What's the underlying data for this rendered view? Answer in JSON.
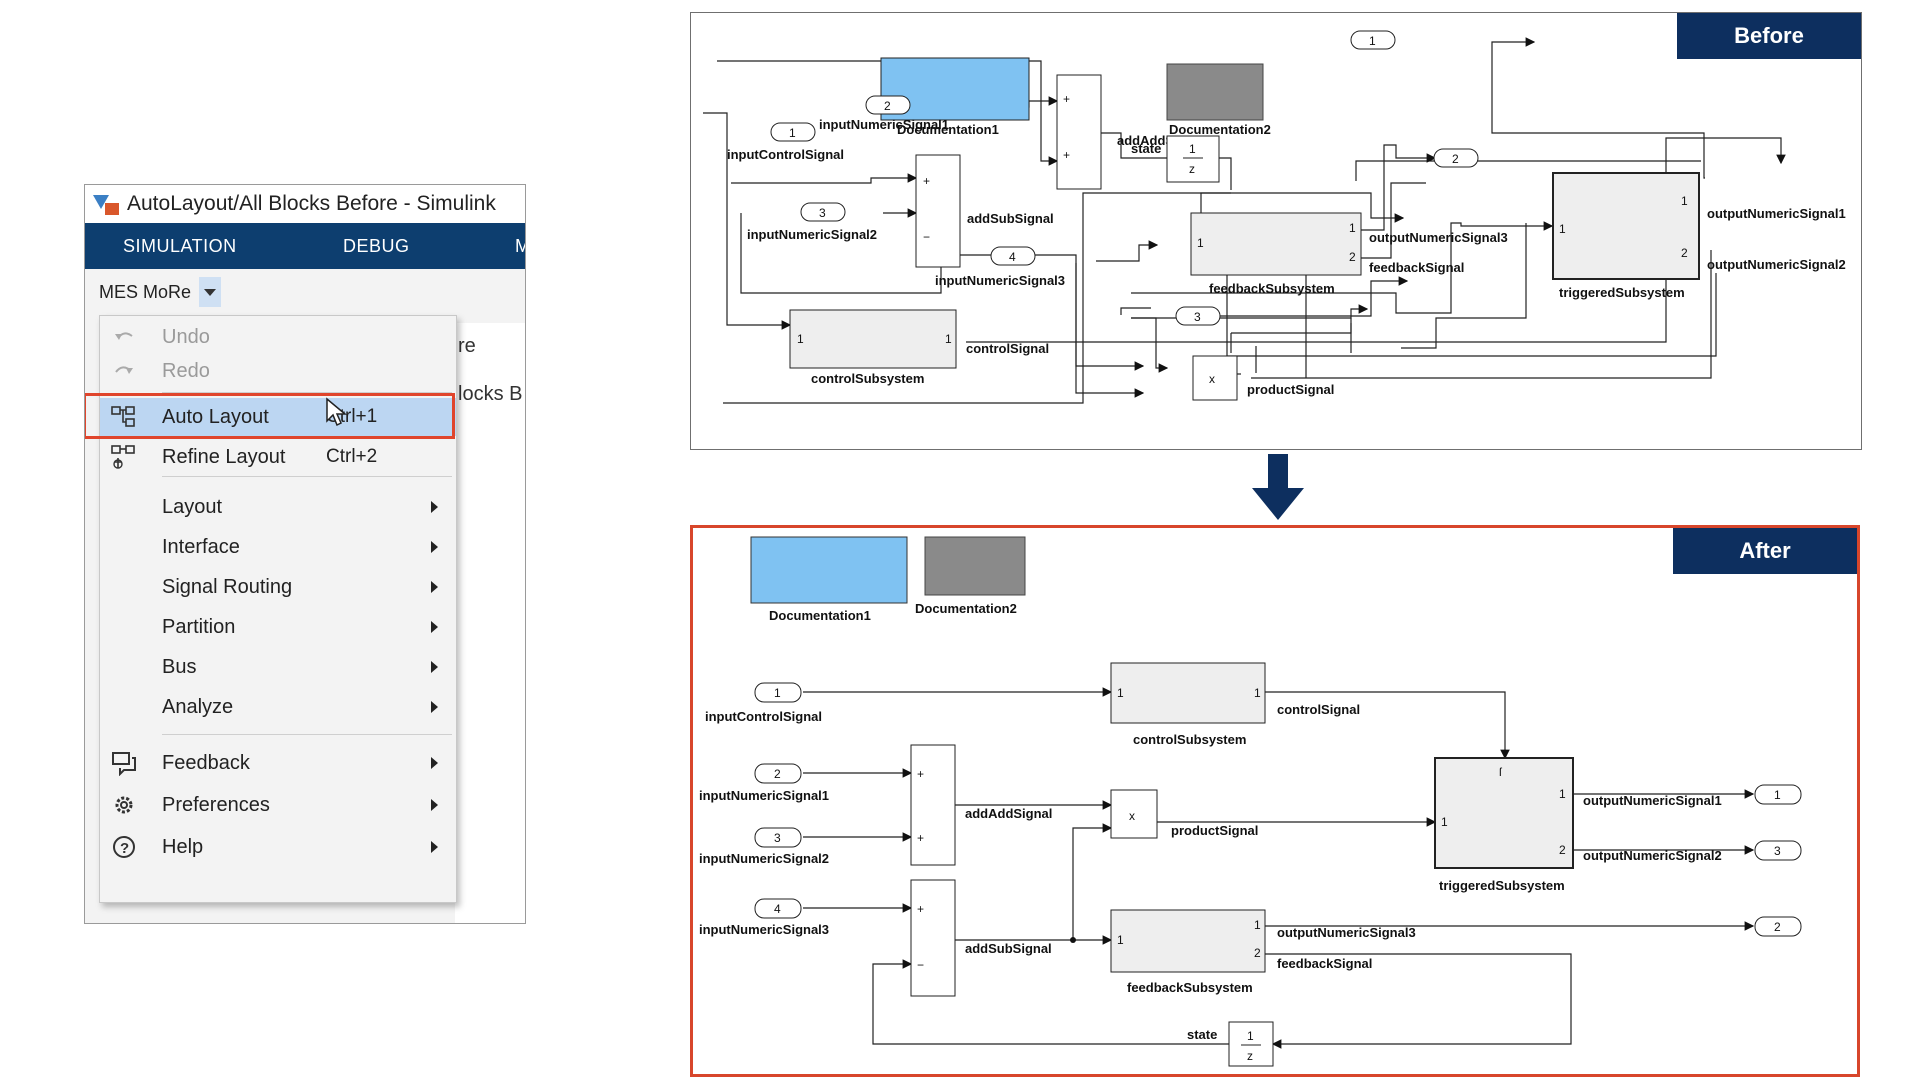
{
  "window": {
    "title": "AutoLayout/All Blocks Before - Simulink",
    "ribbon_tabs": [
      "SIMULATION",
      "DEBUG",
      "M"
    ],
    "mes_button": "MES MoRe",
    "background_tab_text": "re",
    "background_tab2_text": "locks B"
  },
  "menu": {
    "items": [
      {
        "label": "Undo",
        "icon": "undo-icon",
        "disabled": true
      },
      {
        "label": "Redo",
        "icon": "redo-icon",
        "disabled": true
      },
      {
        "label": "Auto Layout",
        "shortcut": "Ctrl+1",
        "icon": "auto-layout-icon",
        "highlighted": true
      },
      {
        "label": "Refine Layout",
        "shortcut": "Ctrl+2",
        "icon": "refine-layout-icon"
      },
      {
        "label": "Layout",
        "submenu": true
      },
      {
        "label": "Interface",
        "submenu": true
      },
      {
        "label": "Signal Routing",
        "submenu": true
      },
      {
        "label": "Partition",
        "submenu": true
      },
      {
        "label": "Bus",
        "submenu": true
      },
      {
        "label": "Analyze",
        "submenu": true
      },
      {
        "label": "Feedback",
        "submenu": true,
        "icon": "feedback-icon"
      },
      {
        "label": "Preferences",
        "submenu": true,
        "icon": "gear-icon"
      },
      {
        "label": "Help",
        "submenu": true,
        "icon": "help-icon"
      }
    ]
  },
  "before": {
    "tag": "Before",
    "labels": {
      "inputControlSignal": "inputControlSignal",
      "inputNumericSignal1": "inputNumericSignal1",
      "inputNumericSignal2": "inputNumericSignal2",
      "inputNumericSignal3": "inputNumericSignal3",
      "documentation1": "Documentation1",
      "documentation2": "Documentation2",
      "addAddSignal": "addAddSignal",
      "state": "state",
      "addSubSignal": "addSubSignal",
      "controlSignal": "controlSignal",
      "controlSubsystem": "controlSubsystem",
      "feedbackSubsystem": "feedbackSubsystem",
      "outputNumericSignal3": "outputNumericSignal3",
      "feedbackSignal": "feedbackSignal",
      "productSignal": "productSignal",
      "triggeredSubsystem": "triggeredSubsystem",
      "outputNumericSignal1": "outputNumericSignal1",
      "outputNumericSignal2": "outputNumericSignal2"
    }
  },
  "after": {
    "tag": "After",
    "labels": {
      "documentation1": "Documentation1",
      "documentation2": "Documentation2",
      "inputControlSignal": "inputControlSignal",
      "inputNumericSignal1": "inputNumericSignal1",
      "inputNumericSignal2": "inputNumericSignal2",
      "inputNumericSignal3": "inputNumericSignal3",
      "controlSubsystem": "controlSubsystem",
      "controlSignal": "controlSignal",
      "addAddSignal": "addAddSignal",
      "productSignal": "productSignal",
      "addSubSignal": "addSubSignal",
      "feedbackSubsystem": "feedbackSubsystem",
      "triggeredSubsystem": "triggeredSubsystem",
      "outputNumericSignal1": "outputNumericSignal1",
      "outputNumericSignal2": "outputNumericSignal2",
      "outputNumericSignal3": "outputNumericSignal3",
      "feedbackSignal": "feedbackSignal",
      "state": "state"
    }
  },
  "colors": {
    "ribbon": "#0d3e6f",
    "tag": "#0d2f5f",
    "highlight_border": "#e0452c",
    "menu_highlight": "#bcd6f2",
    "doc1": "#7fc2f2",
    "doc2": "#8a8a8a"
  }
}
